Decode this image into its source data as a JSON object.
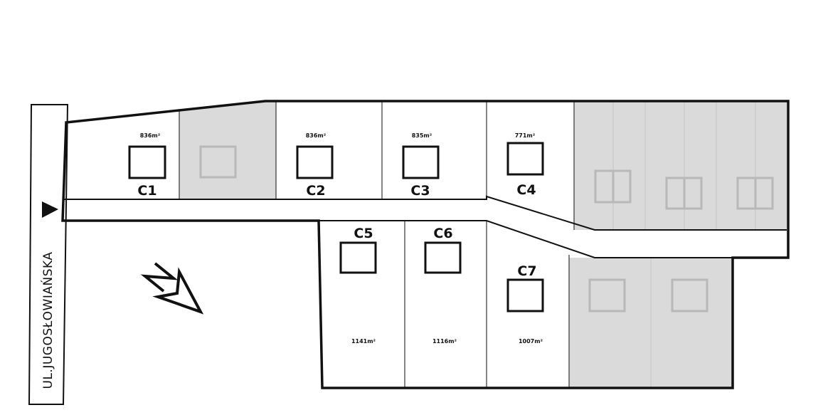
{
  "street": {
    "name": "UL.JUGOSŁOWIAŃSKA"
  },
  "compass": {
    "letter": "N"
  },
  "plots": [
    {
      "id": "C1",
      "area": "836m²",
      "status": "available"
    },
    {
      "id": "C2",
      "area": "836m²",
      "status": "available"
    },
    {
      "id": "C3",
      "area": "835m²",
      "status": "available"
    },
    {
      "id": "C4",
      "area": "771m²",
      "status": "available"
    },
    {
      "id": "C5",
      "area": "1141m²",
      "status": "available"
    },
    {
      "id": "C6",
      "area": "1116m²",
      "status": "available"
    },
    {
      "id": "C7",
      "area": "1007m²",
      "status": "available"
    }
  ],
  "colors": {
    "unavailable": "#dadada",
    "outline": "#111111"
  }
}
